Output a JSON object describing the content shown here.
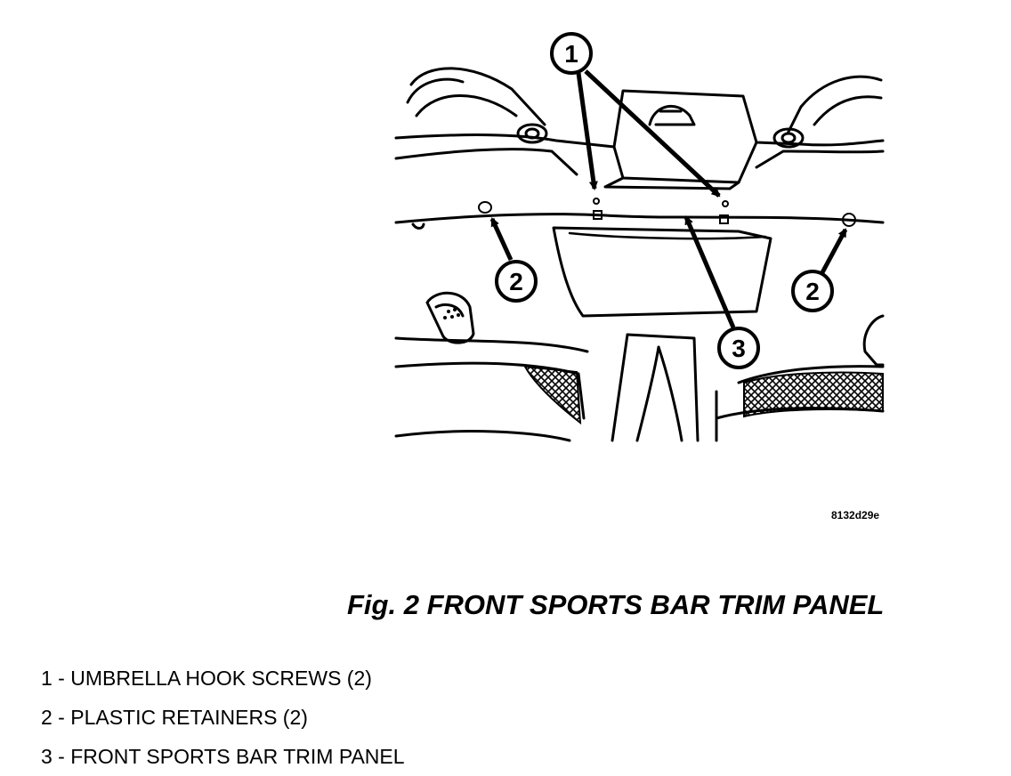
{
  "figure": {
    "image_id": "8132d29e",
    "caption": "Fig. 2 FRONT SPORTS BAR TRIM PANEL"
  },
  "callouts": {
    "c1": "1",
    "c2a": "2",
    "c2b": "2",
    "c3": "3"
  },
  "legend": [
    "1 - UMBRELLA HOOK SCREWS (2)",
    "2 - PLASTIC RETAINERS (2)",
    "3 - FRONT SPORTS BAR TRIM PANEL"
  ]
}
